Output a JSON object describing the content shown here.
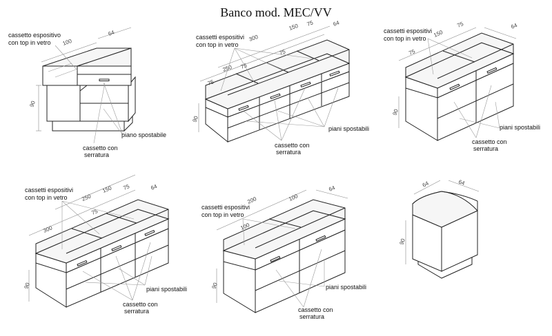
{
  "title": "Banco mod. MEC/VV",
  "labels": {
    "cassetto_espositivo": "cassetto espositivo",
    "cassetti_espositivi": "cassetti espositivi",
    "con_top_in_vetro": "con top in vetro",
    "piano_spostabile": "piano spostabile",
    "piani_spostabili": "piani spostabili",
    "cassetto_con": "cassetto con",
    "serratura": "serratura"
  },
  "dims": {
    "d64": "64",
    "d100": "100",
    "d90": "90",
    "d150": "150",
    "d75": "75",
    "d200": "200",
    "d250": "250",
    "d300": "300"
  }
}
